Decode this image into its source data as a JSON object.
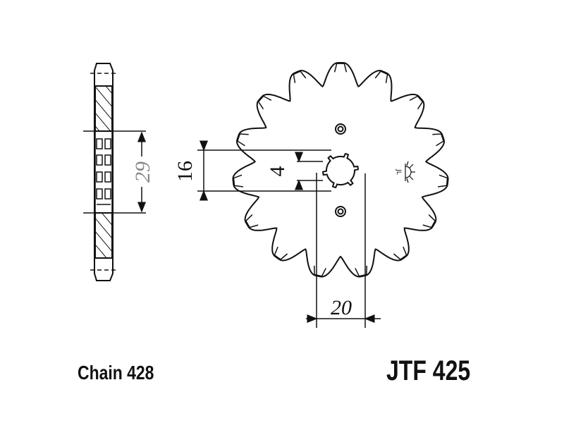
{
  "drawing": {
    "teeth": 15,
    "dimensions": {
      "bore_width": "16",
      "key_width": "4",
      "spline_offset": "20",
      "side_width": "29"
    },
    "chain_label": "Chain 428",
    "part_number": "JTF 425",
    "colors": {
      "line": "#111111",
      "dim29": "#888888"
    }
  }
}
